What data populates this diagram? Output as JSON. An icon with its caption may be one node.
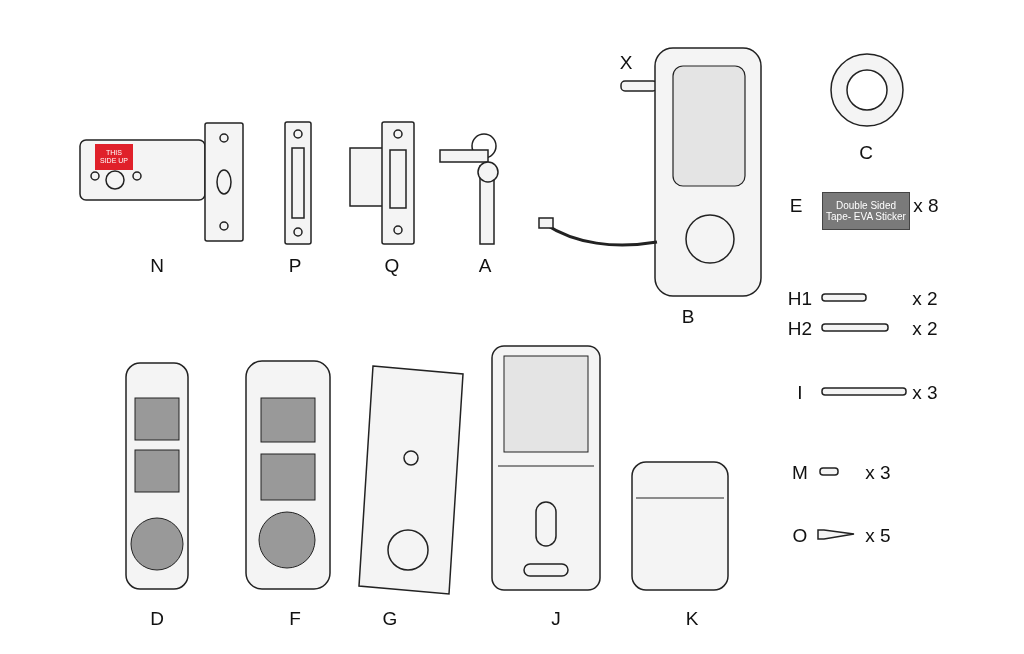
{
  "diagram": {
    "nodes": [
      {
        "text": [
          "THIS SIDE UP"
        ]
      },
      {
        "text": [
          "Double Sided Tape- EVA Sticker"
        ]
      }
    ],
    "labels": [
      "X",
      "C",
      "E",
      "x 8",
      "N",
      "P",
      "Q",
      "A",
      "B",
      "H1",
      "x 2",
      "H2",
      "x 2",
      "I",
      "x 3",
      "M",
      "x 3",
      "O",
      "x 5",
      "D",
      "F",
      "G",
      "J",
      "K"
    ]
  }
}
